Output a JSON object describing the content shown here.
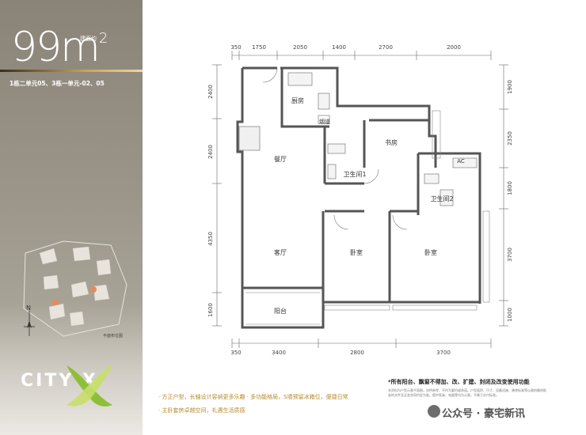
{
  "area": {
    "value": "99m",
    "superscript": "2",
    "label": "建面约"
  },
  "units_text": "1栋二单元05、3栋一单元-02、05",
  "site_plan_label": "平面布位图",
  "north_label": "N",
  "logo": {
    "text": "CITY X"
  },
  "dimensions": {
    "top": [
      "350",
      "1750",
      "2050",
      "1400",
      "2700",
      "2000"
    ],
    "bottom": [
      "350",
      "3400",
      "2800",
      "3700"
    ],
    "left": [
      "2400",
      "2400",
      "4350",
      "1600"
    ],
    "right": [
      "1900",
      "2350",
      "1800",
      "3700",
      "1000"
    ]
  },
  "rooms": {
    "kitchen": "厨房",
    "flue": "烟道",
    "dining": "餐厅",
    "study": "书房",
    "bath1": "卫生间1",
    "bath2": "卫生间2",
    "ac": "AC",
    "living": "客厅",
    "bedroom_a": "卧室",
    "bedroom_b": "卧室",
    "balcony": "阳台"
  },
  "notes": [
    "· 方正户型，长轴设计容纳更多乐趣 · 多功能格局，S墙预留冰箱位，便捷日常",
    "· 主卧套房卓越空间，礼遇生活质感"
  ],
  "disclaimer": {
    "title": "*所有阳台、飘窗不得加、改、扩建、封闭及改变使用功能",
    "body": "本资料为户型示意平面图，仅供参考，不作为要约或承诺。户型面积、尺寸、设备设施、装修标准等以政府最终批准的文件及买卖合同约定为准。图中家具、电器等均为示意，不属于交付标准。"
  },
  "watermark": "公众号 · 豪宅新讯",
  "colors": {
    "accent_gold": "#b48a2c",
    "panel": "#8a8478"
  }
}
